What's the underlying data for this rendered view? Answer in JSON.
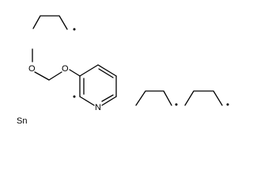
{
  "molecule": {
    "atoms": {
      "ether_oxygen_top": "O",
      "ether_oxygen_ring": "O",
      "ring_nitrogen": "N",
      "tin": "Sn"
    }
  }
}
